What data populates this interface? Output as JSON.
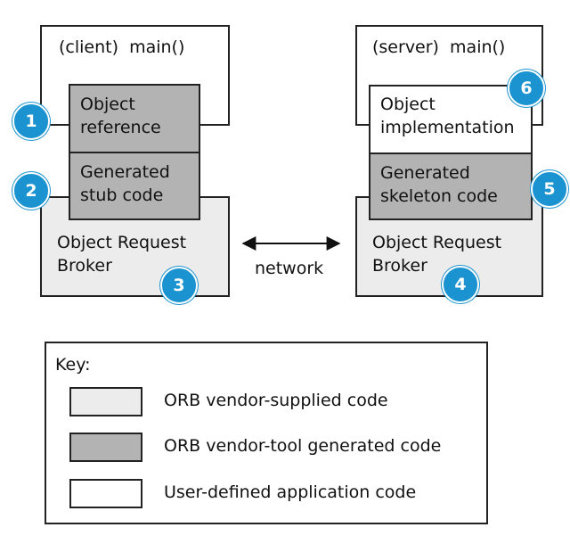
{
  "client": {
    "main_label": "(client)  main()",
    "object_reference": [
      "Object",
      "reference"
    ],
    "stub_code": [
      "Generated",
      "stub code"
    ],
    "orb": [
      "Object Request",
      "Broker"
    ]
  },
  "server": {
    "main_label": "(server)  main()",
    "object_implementation": [
      "Object",
      "implementation"
    ],
    "skeleton_code": [
      "Generated",
      "skeleton code"
    ],
    "orb": [
      "Object Request",
      "Broker"
    ]
  },
  "network_label": "network",
  "badges": [
    "1",
    "2",
    "3",
    "4",
    "5",
    "6"
  ],
  "key": {
    "title": "Key:",
    "items": [
      "ORB vendor-supplied code",
      "ORB vendor-tool generated code",
      "User-defined application code"
    ]
  },
  "colors": {
    "vendor_supplied": "#ececec",
    "vendor_tool_generated": "#b3b3b3",
    "user_defined": "#ffffff",
    "badge": "#1a93d0"
  }
}
